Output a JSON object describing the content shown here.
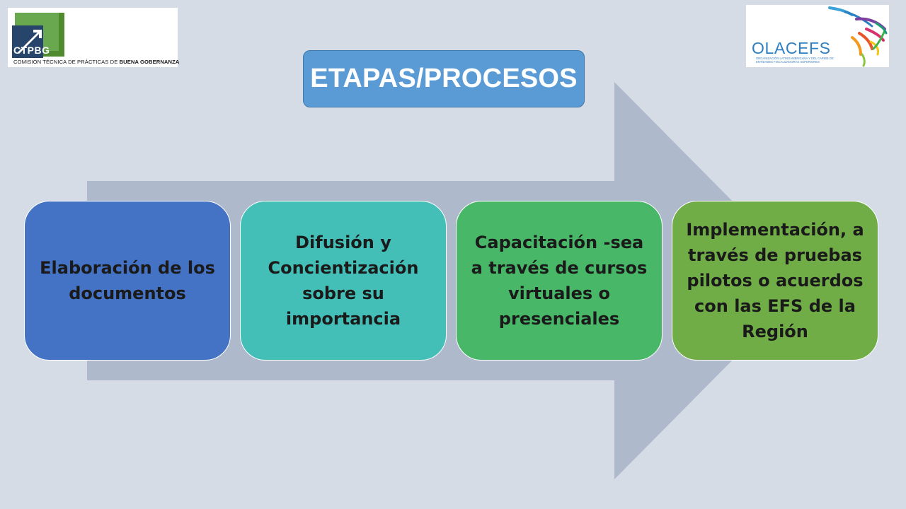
{
  "title": "ETAPAS/PROCESOS",
  "logos": {
    "left": {
      "name": "CTPBG",
      "caption_regular": "COMISIÓN TÉCNICA DE PRÁCTICAS DE ",
      "caption_bold": "BUENA GOBERNANZA"
    },
    "right": {
      "name": "OLACEFS",
      "subline": "ORGANIZACIÓN LATINOAMERICANA Y DEL CARIBE DE ENTIDADES FISCALIZADORAS SUPERIORES"
    }
  },
  "stages": [
    {
      "label": "Elaboración de los documentos",
      "color": "#4472c4",
      "text_color": "#1a1a1a"
    },
    {
      "label": "Difusión y Concientización sobre su importancia",
      "color": "#43bfb8",
      "text_color": "#1a1a1a"
    },
    {
      "label": "Capacitación -sea a través de cursos virtuales o presenciales",
      "color": "#48b767",
      "text_color": "#1a1a1a"
    },
    {
      "label": "Implementación, a través de pruebas pilotos o acuerdos con las EFS de la Región",
      "color": "#70ad47",
      "text_color": "#1a1a1a"
    }
  ],
  "colors": {
    "background": "#d5dce6",
    "arrow": "#aeb9cc",
    "title_box": "#5b9bd5"
  }
}
